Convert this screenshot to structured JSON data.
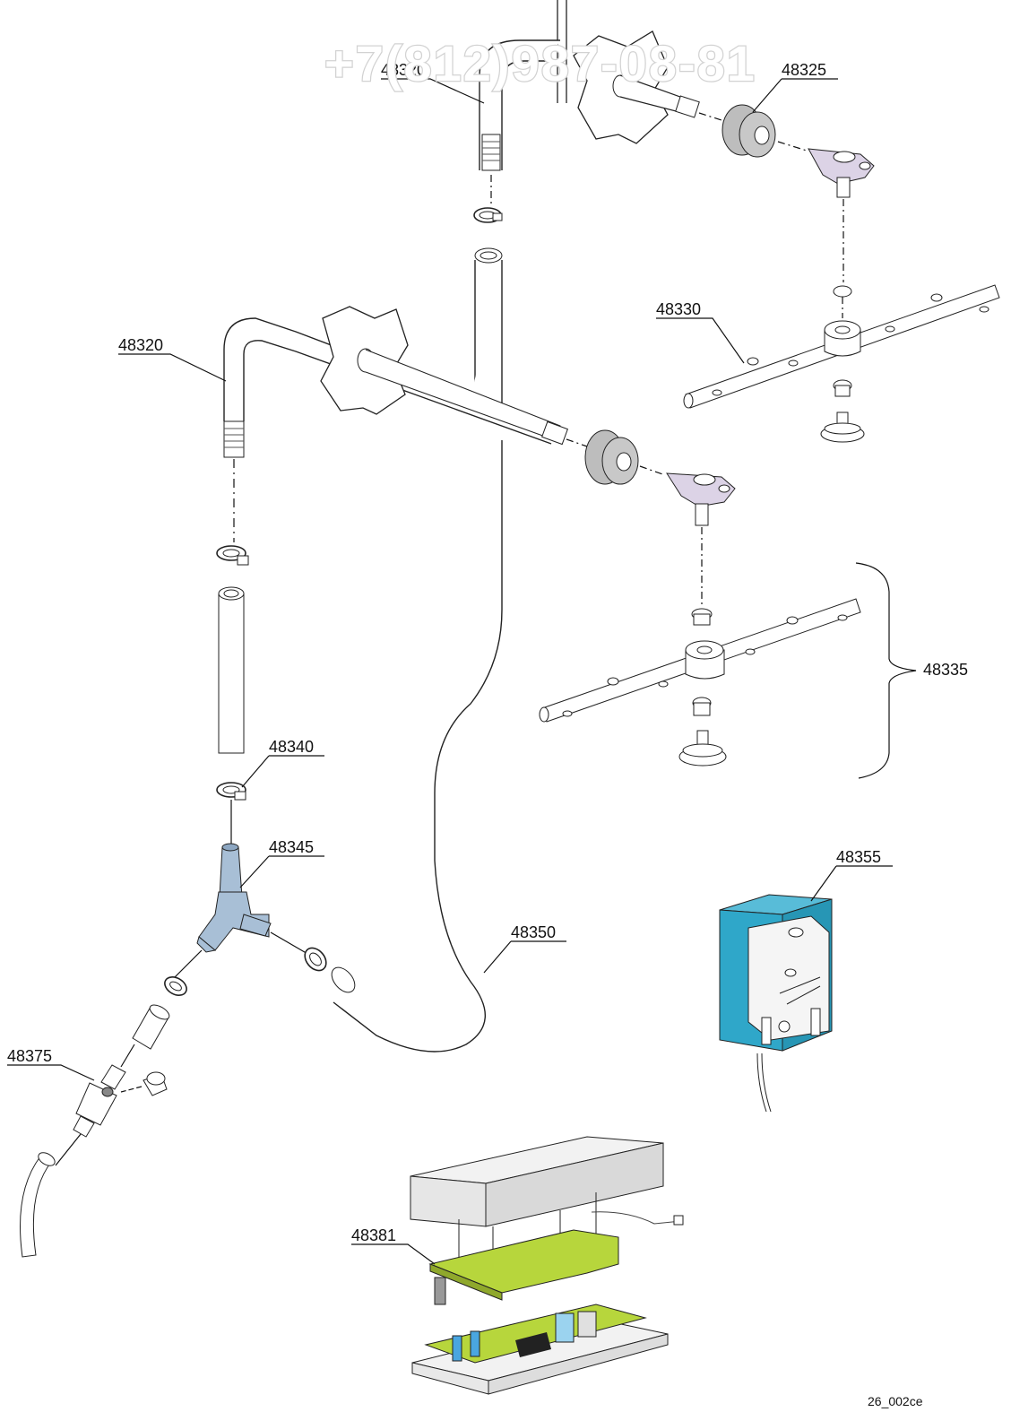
{
  "watermark": "+7(812)987-08-81",
  "drawing_code": "26_002ce",
  "labels": {
    "p48320_top": "48320",
    "p48325": "48325",
    "p48330": "48330",
    "p48320_left": "48320",
    "p48335": "48335",
    "p48340": "48340",
    "p48345": "48345",
    "p48350": "48350",
    "p48355": "48355",
    "p48375": "48375",
    "p48381": "48381"
  },
  "colors": {
    "lilac": "#dcd3e6",
    "seal_gray": "#bdbdbd",
    "fitting_blue": "#a8bfd6",
    "pump_blue": "#2fa7c9",
    "pcb_green": "#b7d63c",
    "box_gray": "#e6e6e6"
  }
}
